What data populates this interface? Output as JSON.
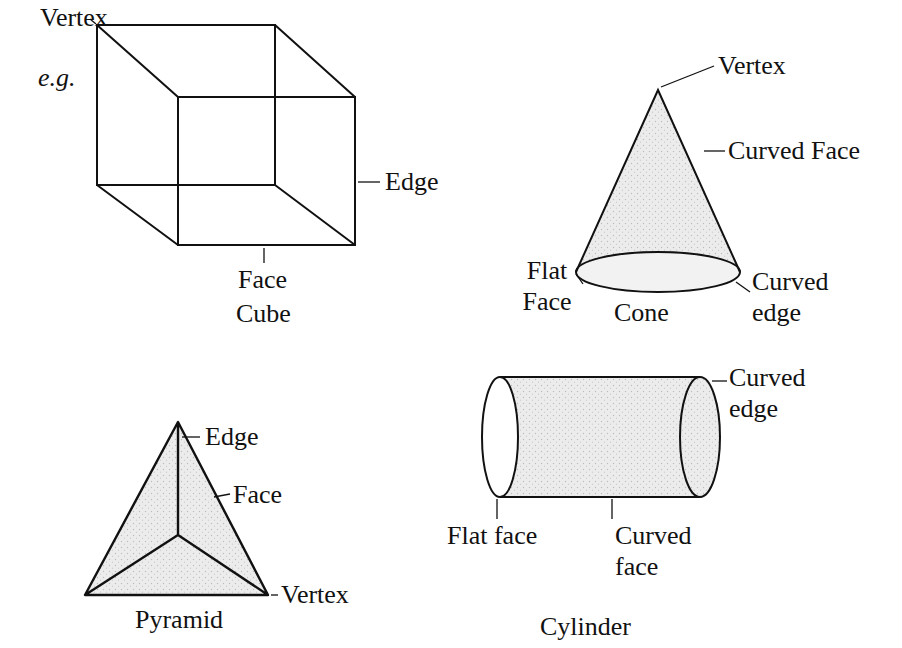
{
  "diagram": {
    "labels": [
      "Vertex",
      "e.g.",
      "Edge",
      "Face",
      "Cube",
      "Vertex",
      "Curved Face",
      "Flat Face",
      "Cone",
      "Curved edge",
      "Edge",
      "Face",
      "Vertex",
      "Pyramid",
      "Curved edge",
      "Flat face",
      "Curved face",
      "Cylinder"
    ]
  }
}
